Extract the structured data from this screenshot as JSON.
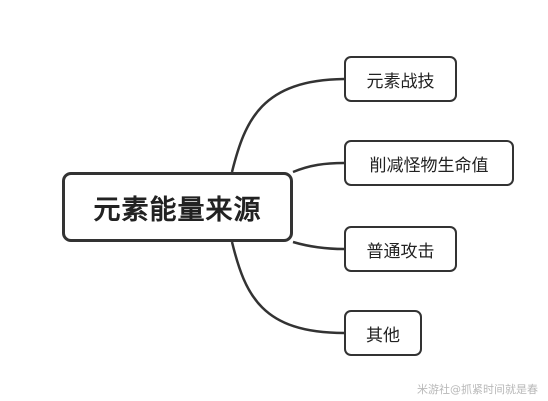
{
  "mindmap": {
    "root": {
      "label": "元素能量来源"
    },
    "children": [
      {
        "label": "元素战技"
      },
      {
        "label": "削减怪物生命值"
      },
      {
        "label": "普通攻击"
      },
      {
        "label": "其他"
      }
    ]
  },
  "watermark": {
    "text": "米游社@抓紧时间就是春"
  },
  "colors": {
    "stroke": "#333333",
    "text": "#222222",
    "watermark": "#b8b8b8",
    "background": "#ffffff"
  }
}
